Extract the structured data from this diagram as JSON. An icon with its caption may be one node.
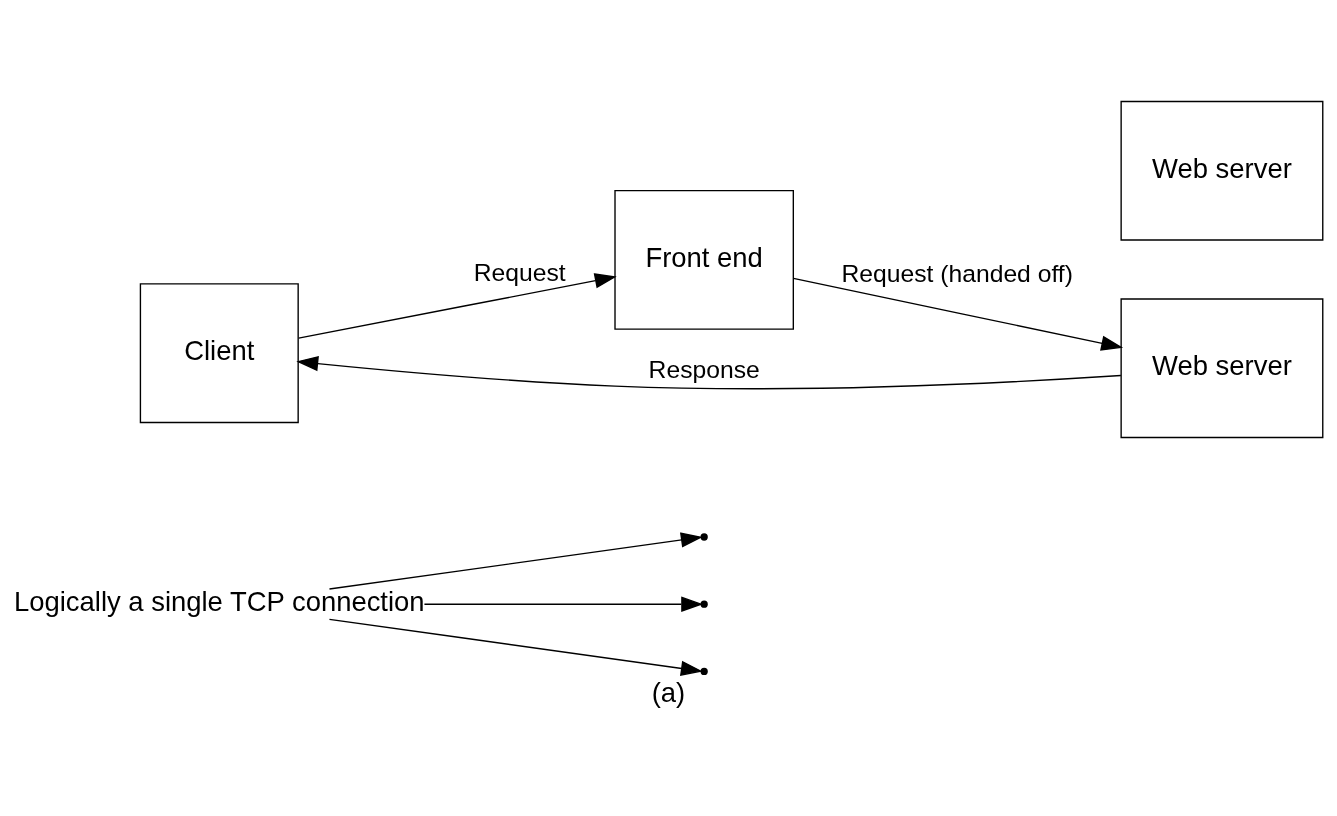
{
  "diagram": {
    "caption": "(a)",
    "nodes": [
      {
        "text": [
          "Logically a single TCP connection"
        ]
      },
      {
        "text": [
          "Client"
        ]
      },
      {
        "text": [
          "Front end"
        ]
      },
      {
        "text": [
          "Web server"
        ]
      },
      {
        "text": [
          "Web server"
        ]
      }
    ],
    "edges": [
      {
        "from": 1,
        "to": 2,
        "arrow": "to",
        "label": "Request"
      },
      {
        "from": 2,
        "to": 3,
        "arrow": "to",
        "label": "Request (handed off)"
      },
      {
        "from": 3,
        "to": 1,
        "arrow": "to",
        "label": "Response"
      },
      {
        "from": 0,
        "to": null,
        "arrow": "to"
      },
      {
        "from": 0,
        "to": null,
        "arrow": "to"
      },
      {
        "from": 0,
        "to": null,
        "arrow": "to"
      }
    ]
  }
}
